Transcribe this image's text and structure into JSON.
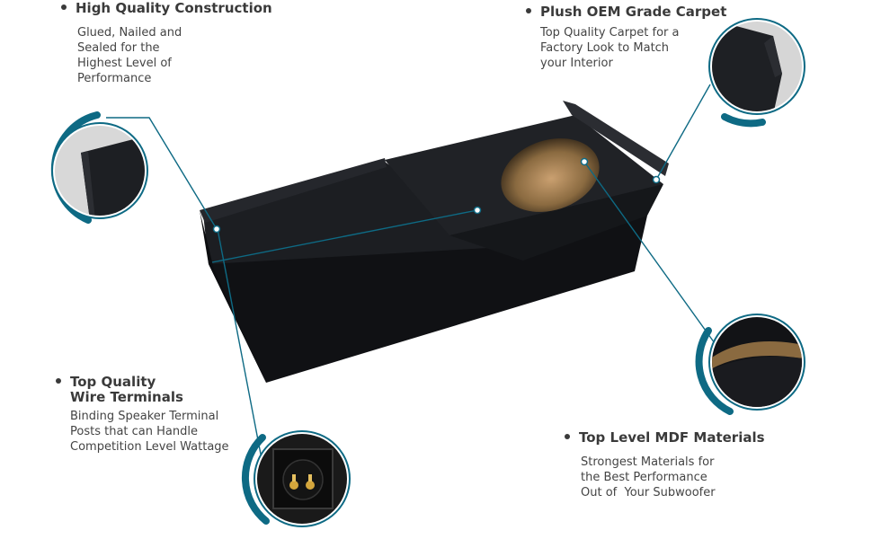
{
  "features": {
    "construction": {
      "title": "High Quality Construction",
      "desc": [
        "Glued, Nailed and",
        "Sealed for the",
        "Highest Level of",
        "Performance"
      ]
    },
    "carpet": {
      "title": "Plush OEM Grade Carpet",
      "desc": [
        "Top Quality Carpet for a",
        "Factory Look to Match",
        "your Interior"
      ]
    },
    "terminals": {
      "title": [
        "Top Quality",
        "Wire Terminals"
      ],
      "desc": [
        "Binding Speaker Terminal",
        "Posts that can Handle",
        "Competition Level Wattage"
      ]
    },
    "mdf": {
      "title": "Top Level MDF Materials",
      "desc": [
        "Strongest Materials for",
        "the Best Performance",
        "Out of  Your Subwoofer"
      ]
    }
  },
  "colors": {
    "accent": "#0e6a84",
    "box": "#1a1c20",
    "text": "#3a3a3a"
  },
  "icons": {
    "bullet": "bullet-dot-icon"
  }
}
